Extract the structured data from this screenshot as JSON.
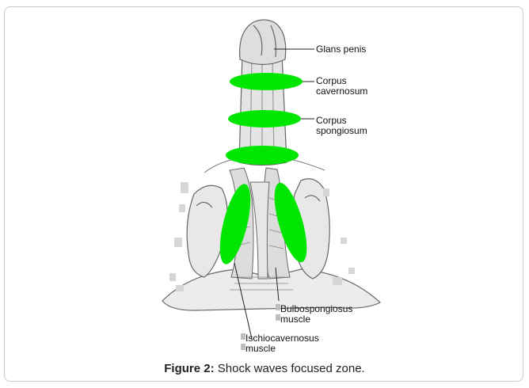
{
  "labels": {
    "glans_penis": "Glans penis",
    "corpus_cavernosum": "Corpus\ncavernosum",
    "corpus_spongiosum": "Corpus\nspongiosum",
    "bulbospongiosus": "Bulbospongiosus\nmuscle",
    "ischiocavernosus": "Ischiocavernosus\nmuscle"
  },
  "caption": {
    "prefix": "Figure 2:",
    "text": " Shock waves focused zone."
  },
  "colors": {
    "focus_zone": "#00e600",
    "outline": "#555555"
  }
}
